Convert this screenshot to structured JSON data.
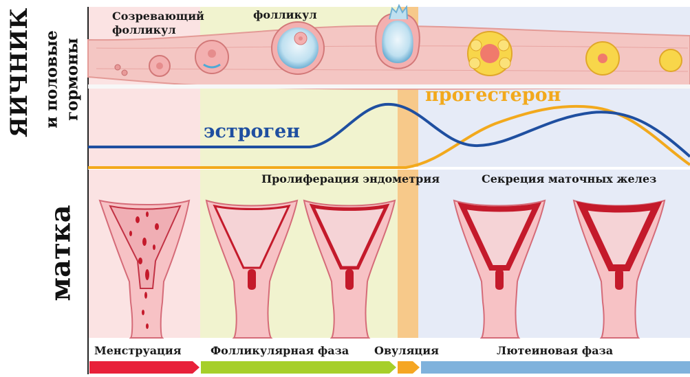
{
  "left_labels": {
    "ovary": "ЯИЧНИК",
    "hormones_line1": "и половые",
    "hormones_line2": "гормоны",
    "uterus": "матка"
  },
  "ovary_labels": {
    "maturing_line1": "Созревающий",
    "maturing_line2": "фолликул",
    "follicle": "фолликул"
  },
  "hormones": {
    "estrogen": "эстроген",
    "progesterone": "прогестерон",
    "estrogen_color": "#1f4fa0",
    "progesterone_color": "#f2a91d"
  },
  "uterus_labels": {
    "proliferation": "Пролиферация эндометрия",
    "secretion": "Секреция маточных желез"
  },
  "phases": [
    {
      "label": "Менструация",
      "color": "#e8213a"
    },
    {
      "label": "Фолликулярная фаза",
      "color": "#a6cf2a"
    },
    {
      "label": "Овуляция",
      "color": "#f5a623"
    },
    {
      "label": "Лютеиновая фаза",
      "color": "#7fb2dc"
    }
  ],
  "background_zones": {
    "menstruation": "#fbe3e3",
    "follicular": "#f1f3cf",
    "ovulation": "#f7c98a",
    "luteal": "#e6ebf7"
  }
}
